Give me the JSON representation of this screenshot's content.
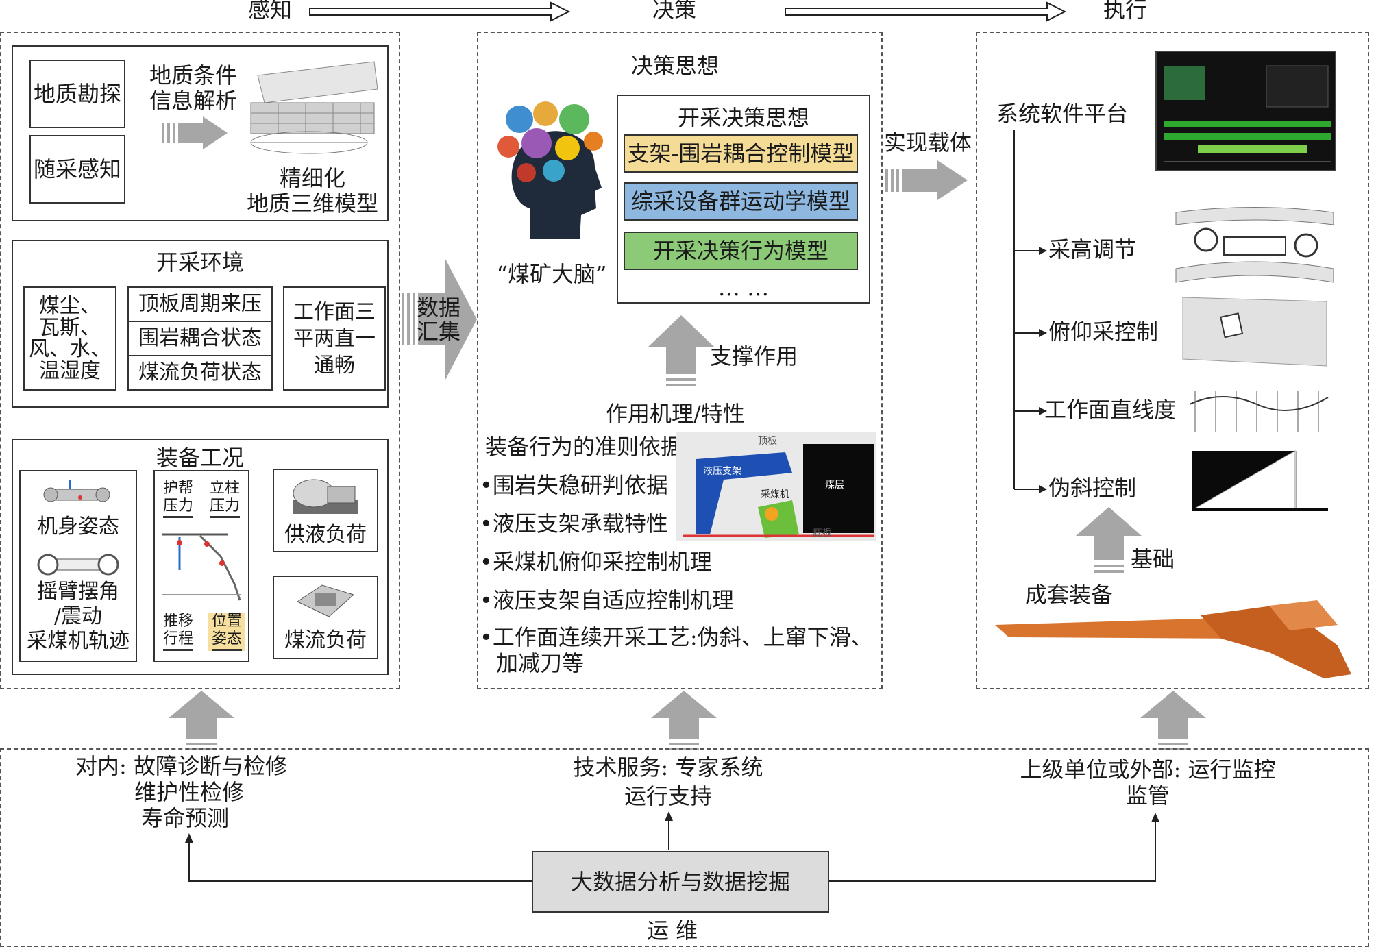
{
  "stages": {
    "sense": "感知",
    "decide": "决策",
    "execute": "执行"
  },
  "perception": {
    "geo_survey": "地质勘探",
    "mining_sensing": "随采感知",
    "geo_analysis": [
      "地质条件",
      "信息解析"
    ],
    "fine_model": [
      "精细化",
      "地质三维模型"
    ],
    "env_title": "开采环境",
    "env_left": [
      "煤尘、",
      "瓦斯、",
      "风、水、",
      "温湿度"
    ],
    "env_mid": [
      "顶板周期来压",
      "围岩耦合状态",
      "煤流负荷状态"
    ],
    "env_right": [
      "工作面三",
      "平两直一",
      "通畅"
    ],
    "equip_title": "装备工况",
    "body_posture": "机身姿态",
    "arm": [
      "摇臂摆角",
      "/震动",
      "采煤机轨迹"
    ],
    "guard_pressure": [
      "护帮",
      "压力"
    ],
    "column_pressure": [
      "立柱",
      "压力"
    ],
    "push_travel": [
      "推移",
      "行程"
    ],
    "position_posture": [
      "位置",
      "姿态"
    ],
    "fluid_load": "供液负荷",
    "coal_flow_load": "煤流负荷"
  },
  "data_collect": [
    "数据",
    "汇集"
  ],
  "decision": {
    "thought_title": "决策思想",
    "brain_label": "“煤矿大脑”",
    "box_title": "开采决策思想",
    "models": [
      {
        "label": "支架-围岩耦合控制模型",
        "color": "#f5dc96"
      },
      {
        "label": "综采设备群运动学模型",
        "color": "#8fb8e0"
      },
      {
        "label": "开采决策行为模型",
        "color": "#8cca78"
      }
    ],
    "ellipsis": "… …",
    "support_label": "支撑作用",
    "mechanism_title": "作用机理/特性",
    "basis_title": "装备行为的准则依据",
    "bullets": [
      "•围岩失稳研判依据",
      "•液压支架承载特性",
      "•采煤机俯仰采控制机理",
      "•液压支架自适应控制机理",
      "•工作面连续开采工艺:伪斜、上窜下滑、"
    ],
    "bullet_tail": "加减刀等",
    "diagram_labels": [
      "顶板",
      "液压支架",
      "采煤机",
      "煤层",
      "底板"
    ]
  },
  "carrier_label": "实现载体",
  "execution": {
    "platform": "系统软件平台",
    "items": [
      "采高调节",
      "俯仰采控制",
      "工作面直线度",
      "伪斜控制"
    ],
    "foundation": "基础",
    "equipment": "成套装备"
  },
  "bottom": {
    "internal": [
      "对内: 故障诊断与检修",
      "维护性检修",
      "寿命预测"
    ],
    "tech": [
      "技术服务: 专家系统",
      "运行支持"
    ],
    "external": [
      "上级单位或外部: 运行监控",
      "监管"
    ],
    "center": "大数据分析与数据挖掘",
    "ops": "运 维"
  },
  "colors": {
    "gray_arrow": "#a6a6a6",
    "dash": "#555555",
    "bigdata_fill": "#dcdcdc",
    "equipment": "#d9742e"
  }
}
